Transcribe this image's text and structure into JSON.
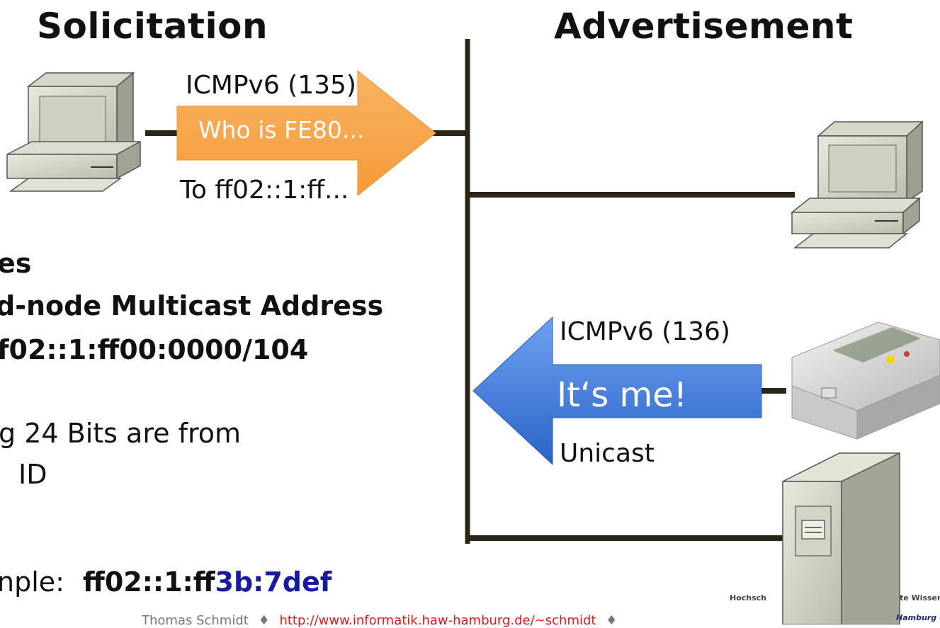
{
  "titles": {
    "left": "Solicitation",
    "right": "Advertisement"
  },
  "solicitation": {
    "protocol_label": "ICMPv6 (135)",
    "arrow_text": "Who is FE80...",
    "dest_label": "To ff02::1:ff..."
  },
  "advertisement": {
    "protocol_label": "ICMPv6 (136)",
    "arrow_text": "It‘s me!",
    "dest_label": "Unicast"
  },
  "body": {
    "line1": "es",
    "line2": "d-node Multicast Address",
    "line3": "f02::1:ff00:0000/104",
    "line4": "g 24 Bits are from",
    "line5": "ID",
    "example_prefix": "nple:",
    "example_value_plain": "ff02::1:ff",
    "example_value_accent": "3b:7def"
  },
  "footer": {
    "author": "Thomas Schmidt",
    "separator": "♦",
    "url": "http://www.informatik.haw-hamburg.de/~schmidt",
    "separator2": "♦"
  },
  "logo": {
    "line1_left": "Hochsch",
    "line1_right": "te Wissen",
    "line2": "Hamburg Un"
  },
  "colors": {
    "orange_arrow": "#f7a147",
    "blue_arrow": "#3e7ee0",
    "network_line": "#2b2418",
    "accent_text": "#1a1aa0"
  },
  "icons": [
    "desktop-computer-icon",
    "desktop-computer-icon",
    "raspberry-pi-device-icon",
    "tower-server-icon"
  ]
}
